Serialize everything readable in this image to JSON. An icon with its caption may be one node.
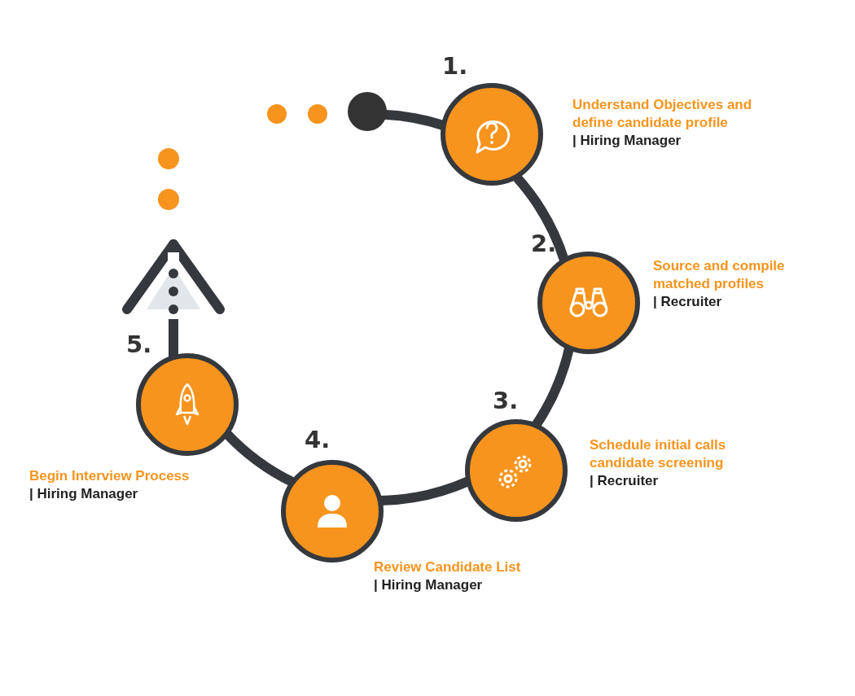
{
  "diagram": {
    "nodes": [
      {
        "text": [],
        "shape": "circle"
      },
      {
        "text": [
          "1."
        ],
        "beside": [
          "Understand Objectives and define candidate profile",
          "| Hiring Manager"
        ]
      },
      {
        "text": [
          "2."
        ],
        "beside": [
          "Source and compile matched profiles",
          "| Recruiter"
        ]
      },
      {
        "text": [
          "3."
        ],
        "beside": [
          "Schedule initial calls candidate screening",
          "| Recruiter"
        ]
      },
      {
        "text": [
          "4."
        ],
        "beside": [
          "Review Candidate List",
          "| Hiring Manager"
        ]
      },
      {
        "text": [
          "5."
        ],
        "beside": [
          "Begin Interview Process",
          "| Hiring Manager"
        ]
      }
    ],
    "edges": [
      {
        "from": 0,
        "to": 1,
        "arrow": "none"
      },
      {
        "from": 1,
        "to": 2,
        "arrow": "none"
      },
      {
        "from": 2,
        "to": 3,
        "arrow": "none"
      },
      {
        "from": 3,
        "to": 4,
        "arrow": "none"
      },
      {
        "from": 4,
        "to": 5,
        "arrow": "none"
      },
      {
        "from": 5,
        "to": null,
        "arrow": "to"
      }
    ]
  }
}
